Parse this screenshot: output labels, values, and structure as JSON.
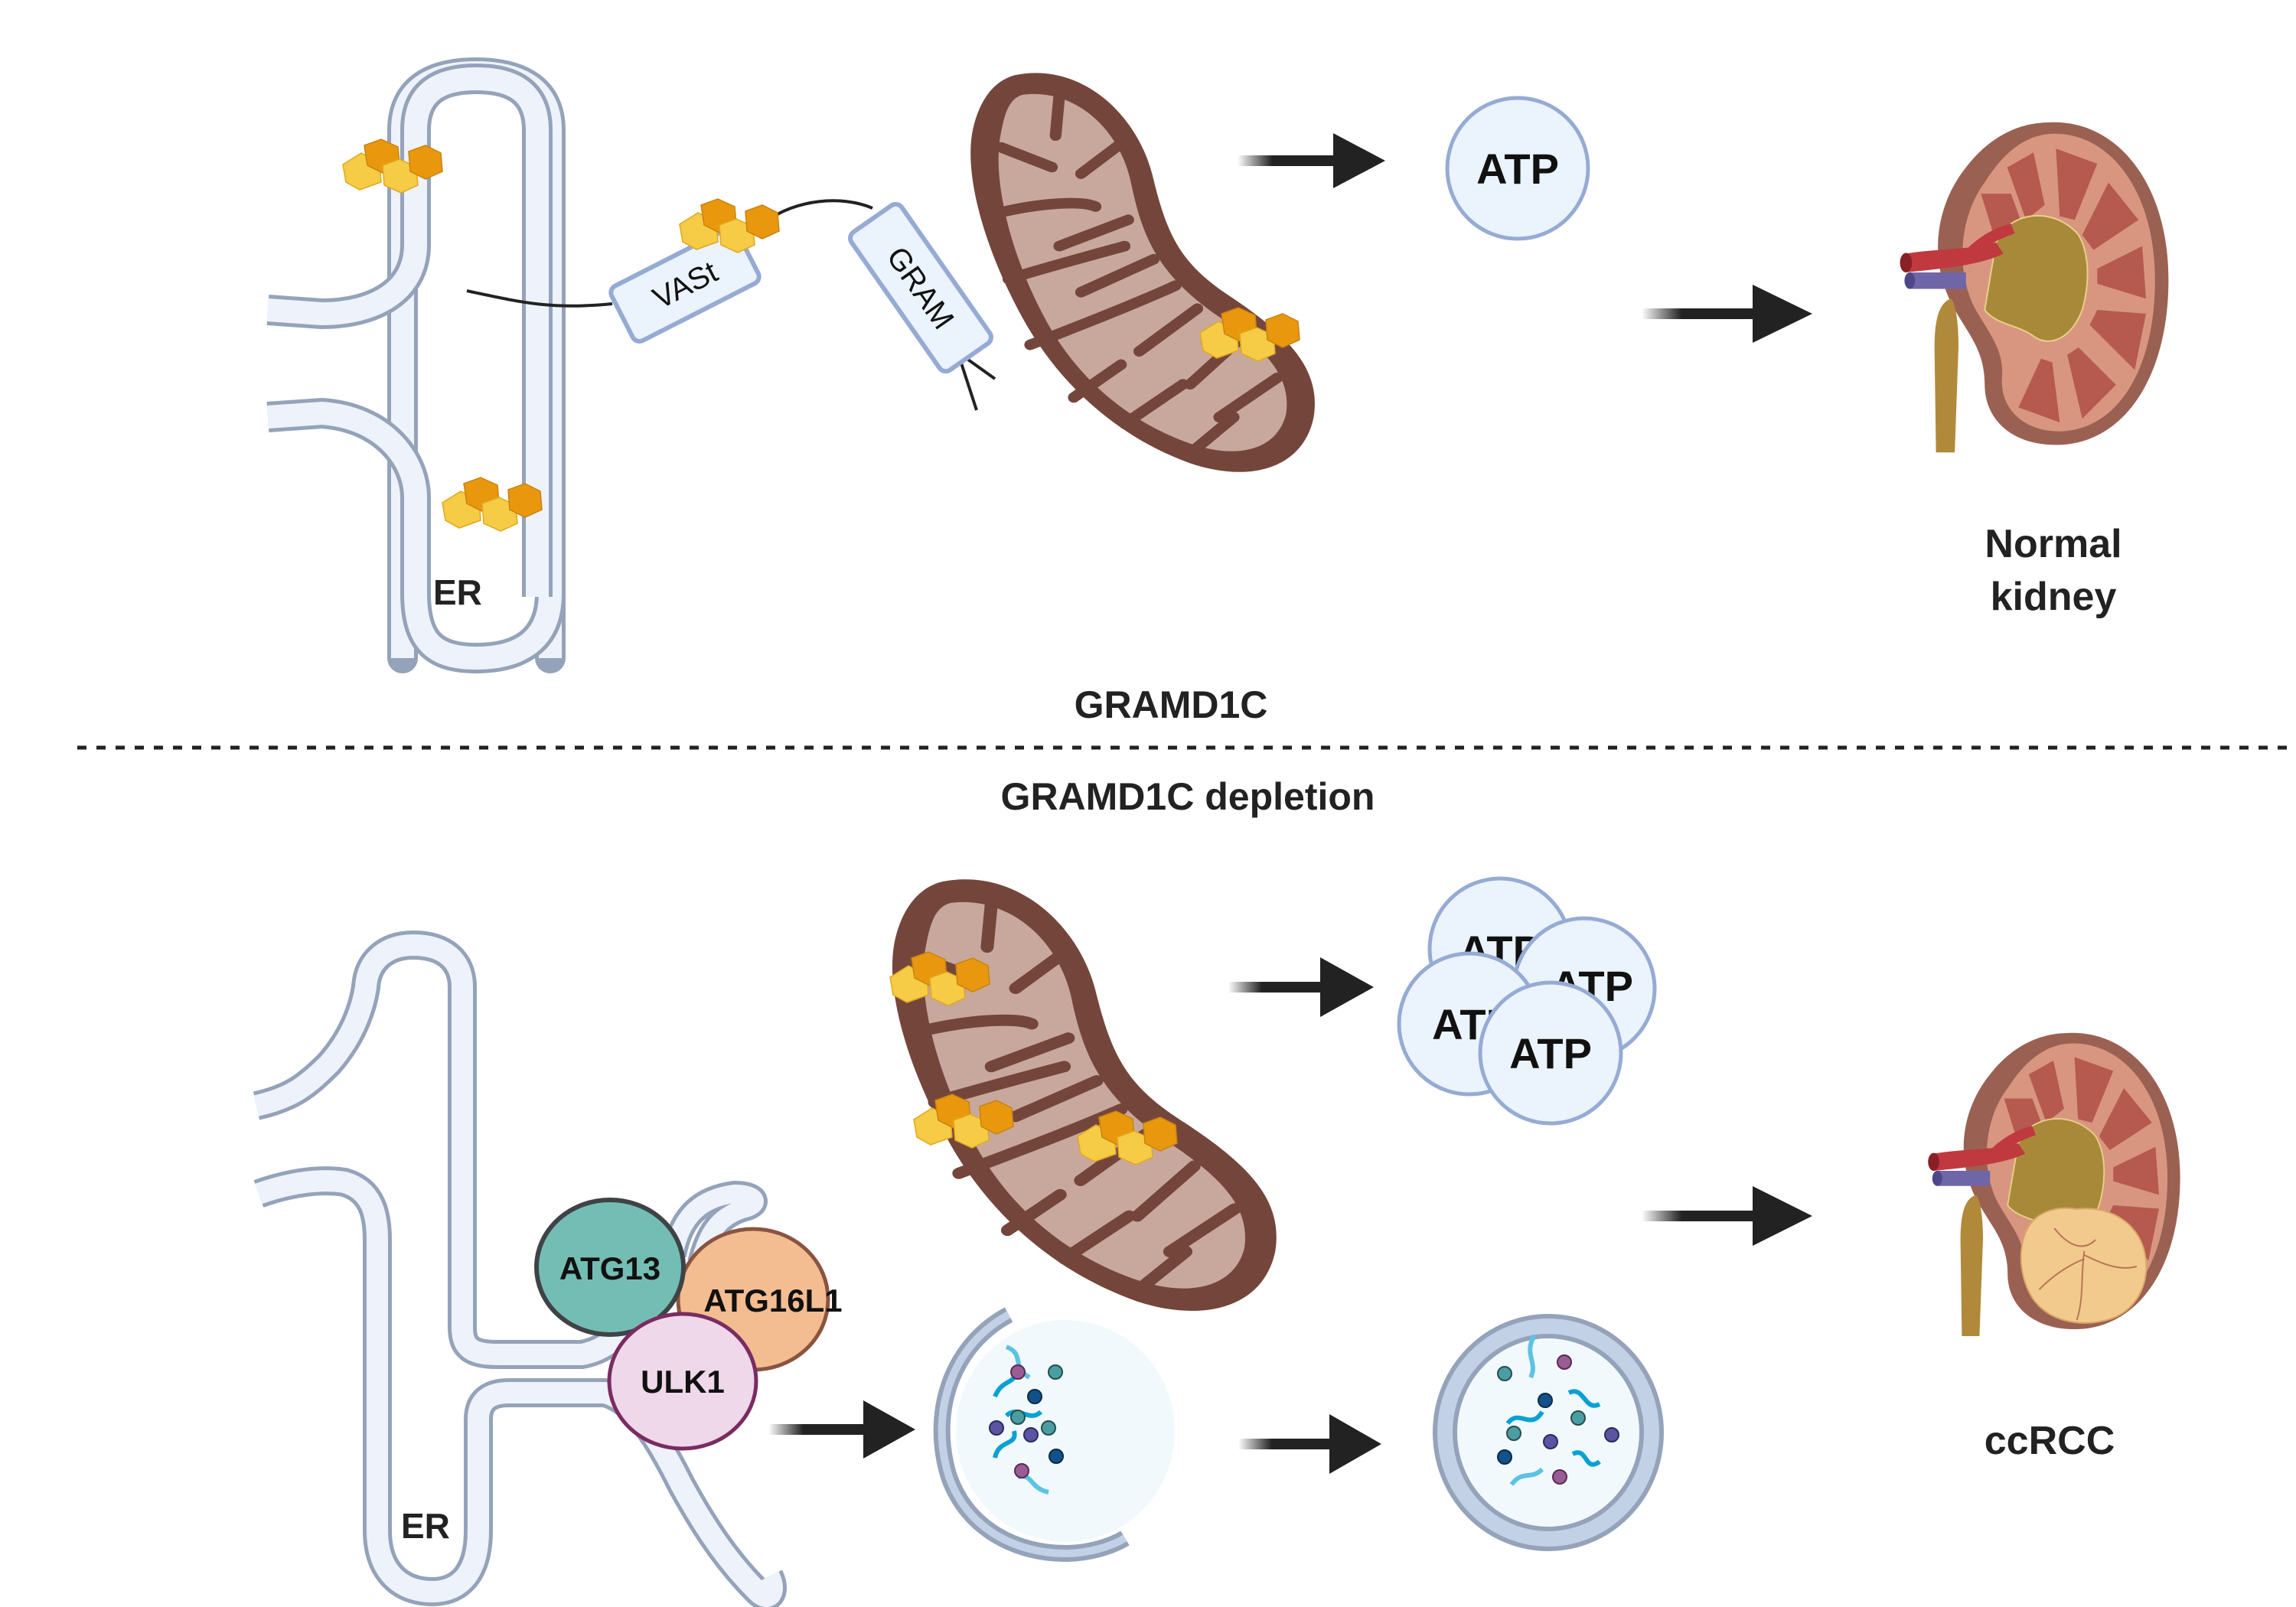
{
  "figure": {
    "title": "GRAMD1C role in mitochondrial function and autophagy in kidney",
    "colors": {
      "membrane_stroke": "#94a3ba",
      "membrane_fill": "#e8eef8",
      "cholesterol_light": "#f6cb45",
      "cholesterol_dark": "#e9980e",
      "domain_fill": "#ebf3fc",
      "domain_stroke": "#96abd4",
      "mito_outer": "#74463b",
      "mito_inner": "#c8a89c",
      "arrow": "#222222",
      "atg13": "#74bdb5",
      "atg16l1": "#f4bd91",
      "ulk1": "#eed8ea",
      "text": "#222222"
    }
  },
  "top_panel": {
    "condition_label": "GRAMD1C",
    "er_label": "ER",
    "domains": [
      {
        "label": "VASt"
      },
      {
        "label": "GRAM"
      }
    ],
    "atp": {
      "label": "ATP",
      "count": 1
    },
    "outcome_label_line1": "Normal",
    "outcome_label_line2": "kidney"
  },
  "divider": {
    "style": "dashed"
  },
  "bottom_panel": {
    "condition_label": "GRAMD1C depletion",
    "er_label": "ER",
    "proteins": [
      {
        "label": "ATG13"
      },
      {
        "label": "ATG16L1"
      },
      {
        "label": "ULK1"
      }
    ],
    "atp": {
      "labels": [
        "ATP",
        "ATP",
        "ATP",
        "ATP"
      ],
      "count": 4
    },
    "outcome_label": "ccRCC"
  }
}
